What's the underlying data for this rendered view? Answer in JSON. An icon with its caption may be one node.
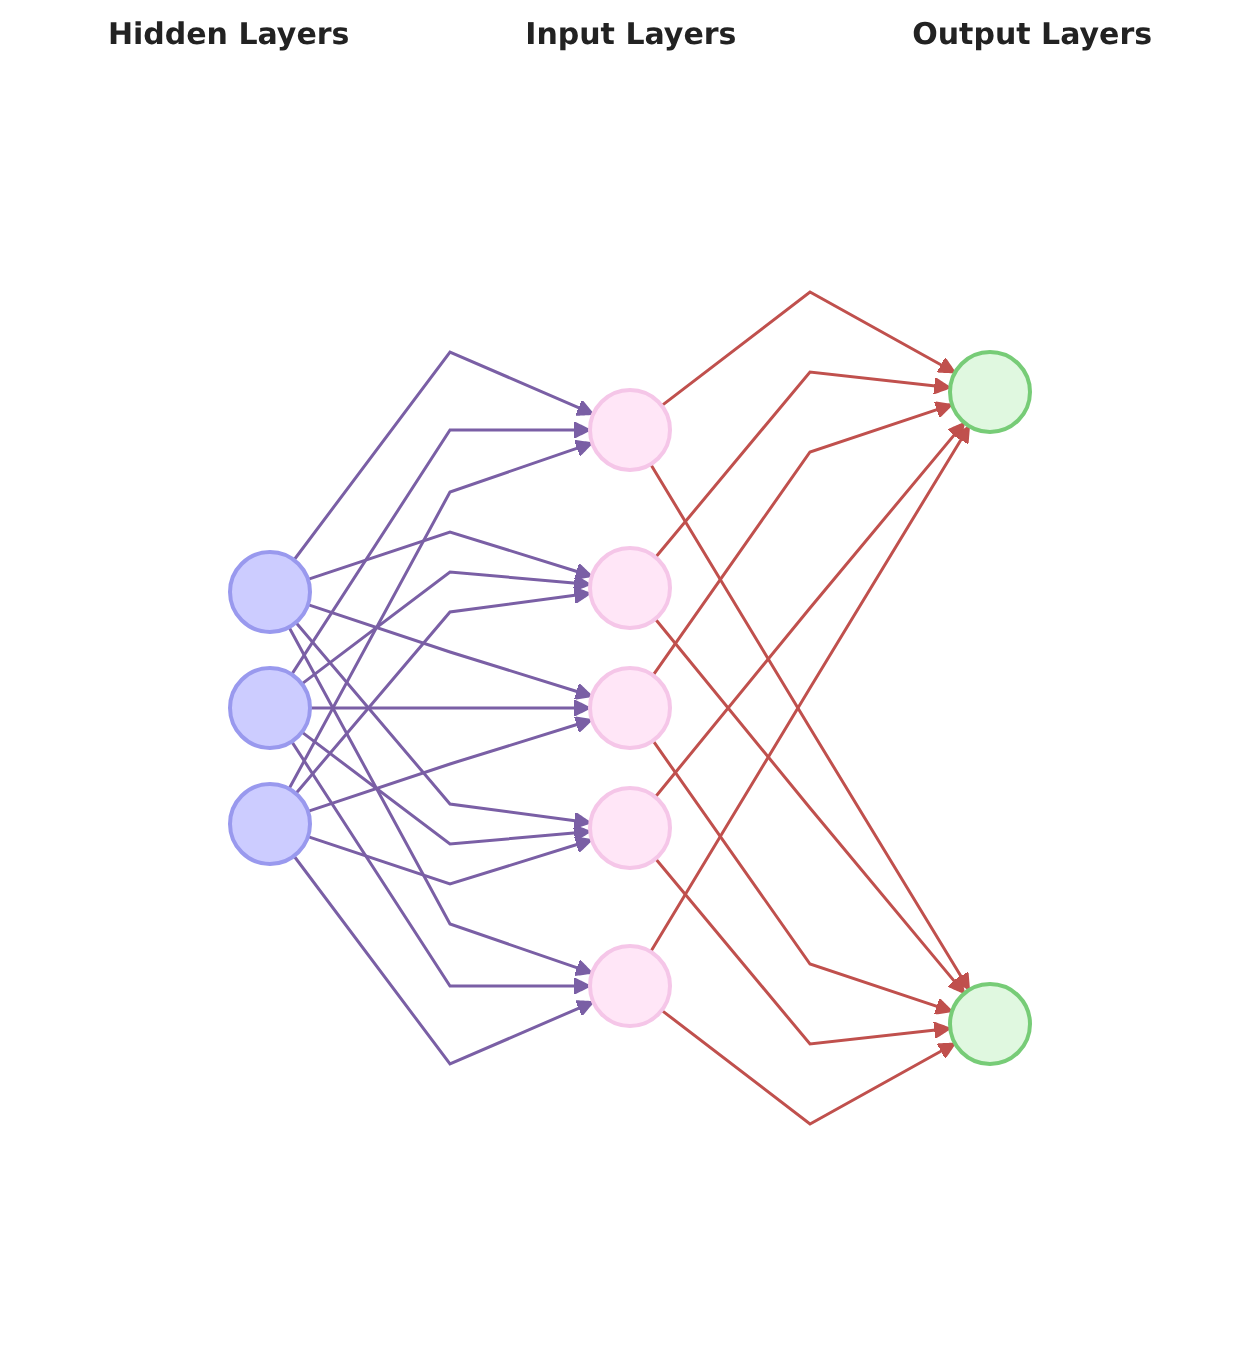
{
  "diagram": {
    "nodes": [
      {
        "text": [],
        "shape": "circle"
      },
      {
        "text": [],
        "shape": "circle"
      },
      {
        "text": [],
        "shape": "circle"
      },
      {
        "text": [],
        "shape": "circle"
      },
      {
        "text": [],
        "shape": "circle"
      },
      {
        "text": [],
        "shape": "circle"
      },
      {
        "text": [],
        "shape": "circle"
      },
      {
        "text": [],
        "shape": "circle"
      },
      {
        "text": [],
        "shape": "circle"
      },
      {
        "text": [],
        "shape": "circle"
      }
    ],
    "edges": [
      {
        "from": 0,
        "to": 3,
        "arrow": "to"
      },
      {
        "from": 0,
        "to": 4,
        "arrow": "to"
      },
      {
        "from": 0,
        "to": 5,
        "arrow": "to"
      },
      {
        "from": 0,
        "to": 6,
        "arrow": "to"
      },
      {
        "from": 0,
        "to": 7,
        "arrow": "to"
      },
      {
        "from": 1,
        "to": 3,
        "arrow": "to"
      },
      {
        "from": 1,
        "to": 4,
        "arrow": "to"
      },
      {
        "from": 1,
        "to": 5,
        "arrow": "to"
      },
      {
        "from": 1,
        "to": 6,
        "arrow": "to"
      },
      {
        "from": 1,
        "to": 7,
        "arrow": "to"
      },
      {
        "from": 2,
        "to": 3,
        "arrow": "to"
      },
      {
        "from": 2,
        "to": 4,
        "arrow": "to"
      },
      {
        "from": 2,
        "to": 5,
        "arrow": "to"
      },
      {
        "from": 2,
        "to": 6,
        "arrow": "to"
      },
      {
        "from": 2,
        "to": 7,
        "arrow": "to"
      },
      {
        "from": 3,
        "to": 8,
        "arrow": "to",
        "color": "#c0504d"
      },
      {
        "from": 3,
        "to": 9,
        "arrow": "to",
        "color": "#c0504d"
      },
      {
        "from": 4,
        "to": 8,
        "arrow": "to",
        "color": "#c0504d"
      },
      {
        "from": 4,
        "to": 9,
        "arrow": "to",
        "color": "#c0504d"
      },
      {
        "from": 5,
        "to": 8,
        "arrow": "to",
        "color": "#c0504d"
      },
      {
        "from": 5,
        "to": 9,
        "arrow": "to",
        "color": "#c0504d"
      },
      {
        "from": 6,
        "to": 8,
        "arrow": "to",
        "color": "#c0504d"
      },
      {
        "from": 6,
        "to": 9,
        "arrow": "to",
        "color": "#c0504d"
      },
      {
        "from": 7,
        "to": 8,
        "arrow": "to",
        "color": "#c0504d"
      },
      {
        "from": 7,
        "to": 9,
        "arrow": "to",
        "color": "#c0504d"
      }
    ],
    "labels": [
      "Hidden Layers",
      "Input Layers",
      "Output Layers"
    ]
  }
}
